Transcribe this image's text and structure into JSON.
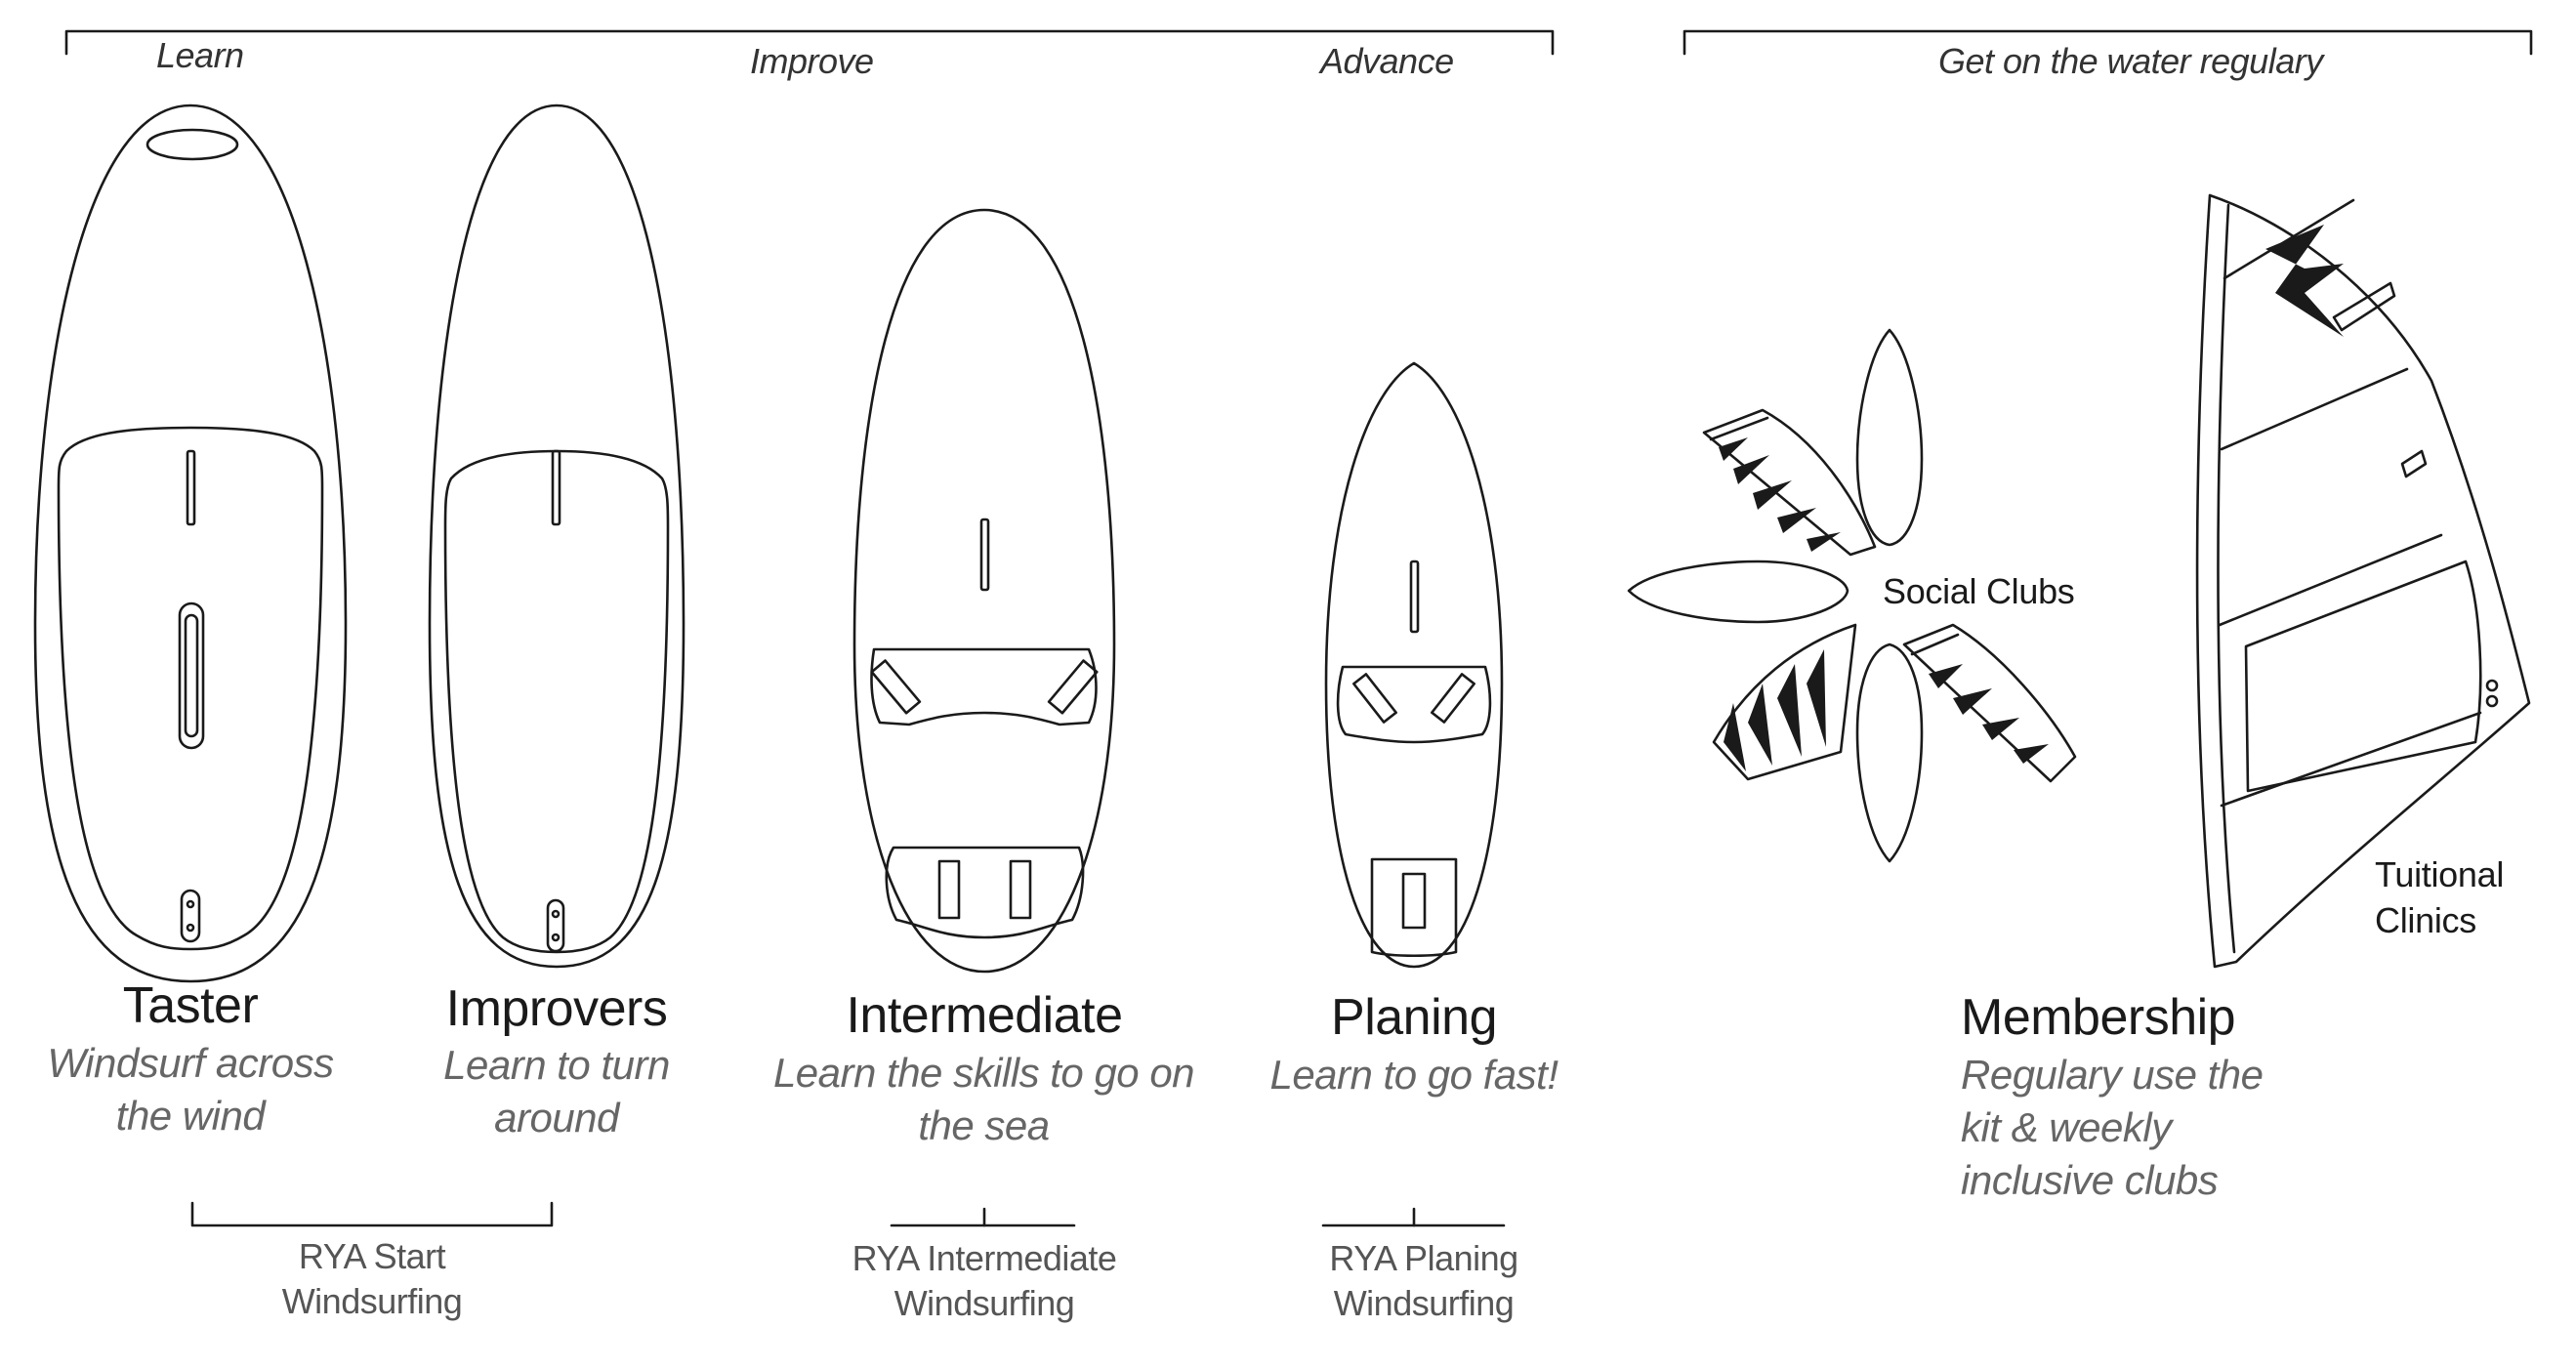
{
  "phases": {
    "learn": "Learn",
    "improve": "Improve",
    "advance": "Advance",
    "regular": "Get on the water regulary"
  },
  "stages": [
    {
      "title": "Taster",
      "subtitle_line1": "Windsurf across",
      "subtitle_line2": "the wind",
      "icon": "beginner-board"
    },
    {
      "title": "Improvers",
      "subtitle_line1": "Learn to turn",
      "subtitle_line2": "around",
      "icon": "improver-board"
    },
    {
      "title": "Intermediate",
      "subtitle_line1": "Learn the skills to go on",
      "subtitle_line2": "the sea",
      "icon": "intermediate-board"
    },
    {
      "title": "Planing",
      "subtitle_line1": "Learn to go fast!",
      "subtitle_line2": "",
      "icon": "planing-board"
    }
  ],
  "membership": {
    "title": "Membership",
    "line1": "Regulary use the",
    "line2": "kit & weekly",
    "line3": "inclusive clubs",
    "social_clubs": "Social Clubs",
    "tuitional_line1": "Tuitional",
    "tuitional_line2": "Clinics"
  },
  "courses": [
    {
      "line1": "RYA Start",
      "line2": "Windsurfing"
    },
    {
      "line1": "RYA Intermediate",
      "line2": "Windsurfing"
    },
    {
      "line1": "RYA Planing",
      "line2": "Windsurfing"
    }
  ],
  "colors": {
    "stroke": "#1a1a1a",
    "muted_text": "#666666",
    "background": "#ffffff"
  }
}
